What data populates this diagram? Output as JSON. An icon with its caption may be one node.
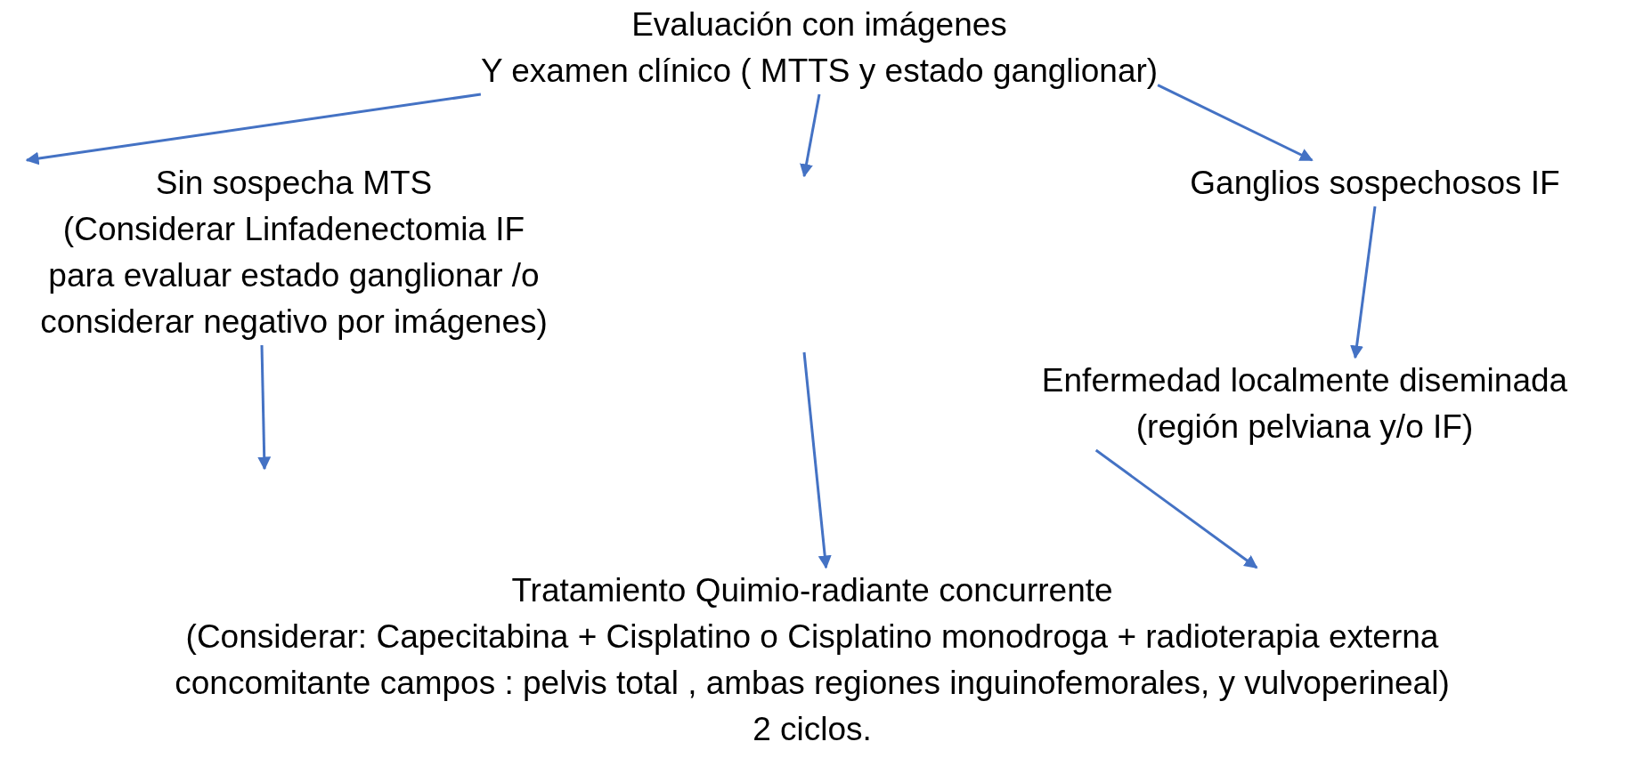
{
  "diagram": {
    "nodes": [
      {
        "text": [
          "Evaluación con imágenes",
          "Y examen clínico ( MTTS y estado ganglionar)"
        ]
      },
      {
        "text": [
          "Sin sospecha MTS",
          "(Considerar Linfadenectomia IF para evaluar estado ganglionar /o considerar negativo por imágenes)"
        ]
      },
      {
        "text": [
          "Ganglios sospechosos IF"
        ]
      },
      {
        "text": [
          "Enfermedad localmente diseminada (región pelviana y/o IF)"
        ]
      },
      {
        "text": [
          "Tratamiento Quimio-radiante concurrente",
          "(Considerar: Capecitabina + Cisplatino o Cisplatino monodroga + radioterapia externa concomitante campos : pelvis total , ambas regiones inguinofemorales, y vulvoperineal)",
          "2 ciclos."
        ]
      }
    ],
    "edges": [
      {
        "from": 0,
        "to": 1,
        "arrow": "to"
      },
      {
        "from": 0,
        "to": 2,
        "arrow": "to"
      },
      {
        "from": 0,
        "to": null,
        "arrow": "to"
      },
      {
        "from": 1,
        "to": null,
        "arrow": "to"
      },
      {
        "from": null,
        "to": 4,
        "arrow": "to"
      },
      {
        "from": 2,
        "to": 3,
        "arrow": "to"
      },
      {
        "from": 3,
        "to": 4,
        "arrow": "to"
      }
    ]
  }
}
